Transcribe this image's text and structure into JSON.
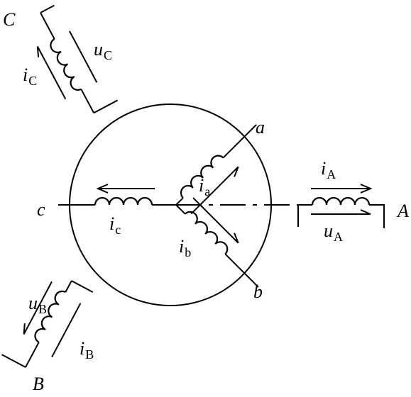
{
  "diagram": {
    "stator": {
      "A": {
        "label": "A",
        "current": "i",
        "current_sub": "A",
        "voltage": "u",
        "voltage_sub": "A"
      },
      "B": {
        "label": "B",
        "current": "i",
        "current_sub": "B",
        "voltage": "u",
        "voltage_sub": "B"
      },
      "C": {
        "label": "C",
        "current": "i",
        "current_sub": "C",
        "voltage": "u",
        "voltage_sub": "C"
      }
    },
    "rotor": {
      "a": {
        "label": "a",
        "current": "i",
        "current_sub": "a"
      },
      "b": {
        "label": "b",
        "current": "i",
        "current_sub": "b"
      },
      "c": {
        "label": "c",
        "current": "i",
        "current_sub": "c"
      }
    },
    "colors": {
      "line": "#000000",
      "background": "#ffffff"
    }
  }
}
